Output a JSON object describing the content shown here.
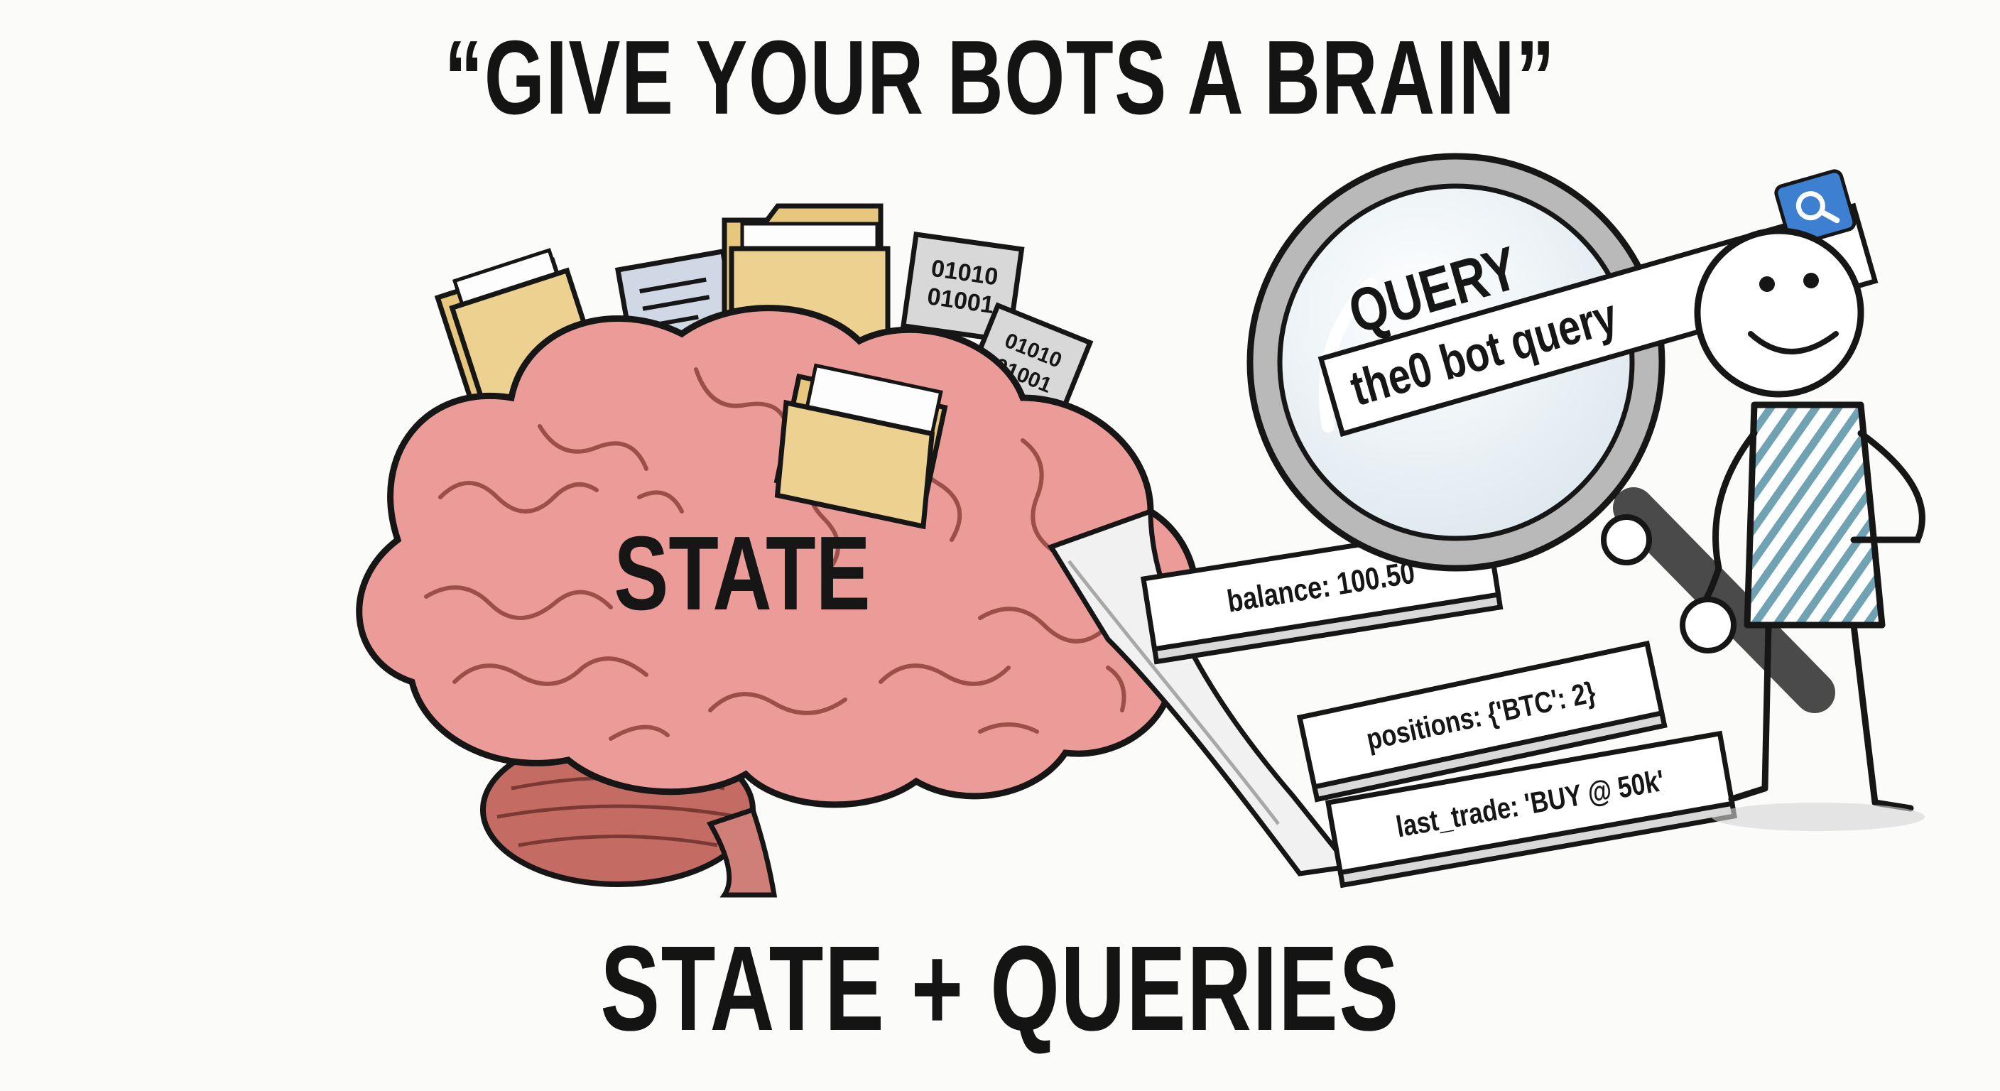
{
  "title": "“GIVE YOUR BOTS A BRAIN”",
  "brain": {
    "label": "STATE",
    "binary_cards": [
      [
        "01010",
        "01001"
      ],
      [
        "01010",
        "01001"
      ]
    ]
  },
  "query": {
    "label": "QUERY",
    "text": "the0 bot query"
  },
  "state_cards": [
    {
      "text": "balance: 100.50"
    },
    {
      "text": "positions: {'BTC': 2}"
    },
    {
      "text": "last_trade: 'BUY @ 50k'"
    }
  ],
  "footer": "STATE + QUERIES",
  "colors": {
    "brain": "#ec9c98",
    "brain_dark": "#c8605f",
    "folder": "#e9cf8c",
    "ink": "#161616",
    "search_button": "#3d7fd0"
  },
  "icons": [
    "folder-icon",
    "document-icon",
    "binary-chip-icon",
    "search-icon",
    "magnifying-glass-icon",
    "stick-figure"
  ]
}
